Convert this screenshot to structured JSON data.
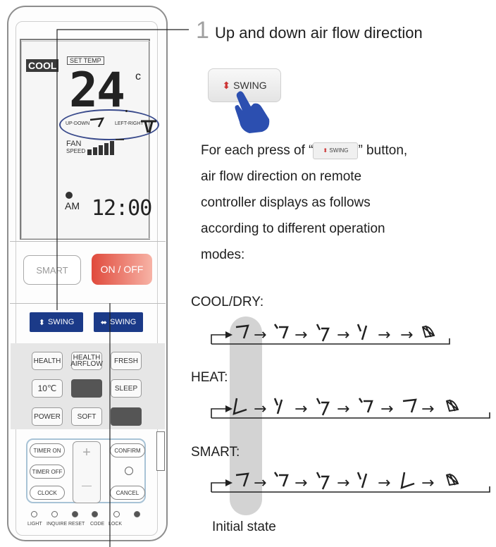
{
  "remote": {
    "mode_badge": "COOL",
    "set_temp_label": "SET TEMP",
    "temperature": "24",
    "degree_unit": "c",
    "updown_label": "UP-DOWN",
    "leftright_label": "LEFT-RIGHT",
    "fan_label": "FAN",
    "speed_label": "SPEED",
    "am_label": "AM",
    "time": "12:00",
    "smart_button": "SMART",
    "onoff_button": "ON / OFF",
    "swing_button_1": "SWING",
    "swing_button_2": "SWING",
    "health_button": "HEALTH",
    "health_airflow_button_1": "HEALTH",
    "health_airflow_button_2": "AIRFLOW",
    "fresh_button": "FRESH",
    "ten_c_button": "10℃",
    "sleep_button": "SLEEP",
    "power_button": "POWER",
    "soft_button": "SOFT",
    "timer_on_button": "TIMER ON",
    "timer_off_button": "TIMER OFF",
    "clock_button": "CLOCK",
    "confirm_button": "CONFIRM",
    "cancel_button": "CANCEL",
    "plus_label": "+",
    "minus_label": "—",
    "bottom_labels": [
      "LIGHT",
      "INQUIRE",
      "RESET",
      "CODE",
      "LOCK"
    ]
  },
  "instructions": {
    "step_number": "1",
    "step_title": "Up and down air flow direction",
    "swing_key_label": "SWING",
    "para_line1_pre": "For each press of “",
    "inline_key_label": "SWING",
    "para_line1_post": "” button,",
    "para_line2": "air flow direction on remote",
    "para_line3": "controller displays as follows",
    "para_line4": "according to different operation",
    "para_line5": "modes:",
    "mode_cool": "COOL/DRY:",
    "mode_heat": "HEAT:",
    "mode_smart": "SMART:",
    "initial_state": "Initial state"
  },
  "colors": {
    "accent_blue": "#1b3a88",
    "onoff_red": "#e04a3c",
    "highlight_grey": "#d3d3d3"
  }
}
